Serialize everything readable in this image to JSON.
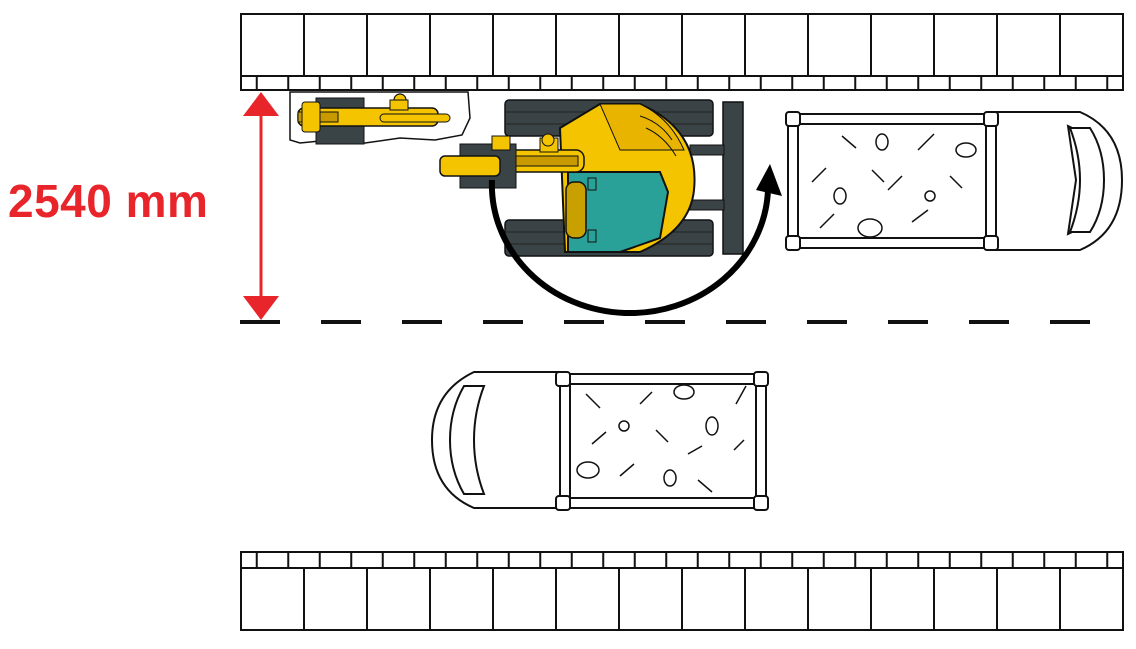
{
  "dimension": {
    "label": "2540 mm",
    "color": "#e8252a"
  },
  "colors": {
    "line": "#111111",
    "machine_yellow": "#f5c400",
    "machine_yellow_dark": "#c89a00",
    "cab_teal": "#2aa198",
    "track_gray": "#3a4447",
    "boom_dark": "#2e2e2e",
    "rubble_fill": "#f2f0ec",
    "arrow": "#000000"
  },
  "icons": {
    "excavator": "mini-excavator-topview",
    "truck_upper": "dump-truck-topview",
    "truck_lower": "dump-truck-topview",
    "swing_arrow": "curved-swing-arrow",
    "dimension_arrow": "double-headed-vertical-arrow"
  }
}
